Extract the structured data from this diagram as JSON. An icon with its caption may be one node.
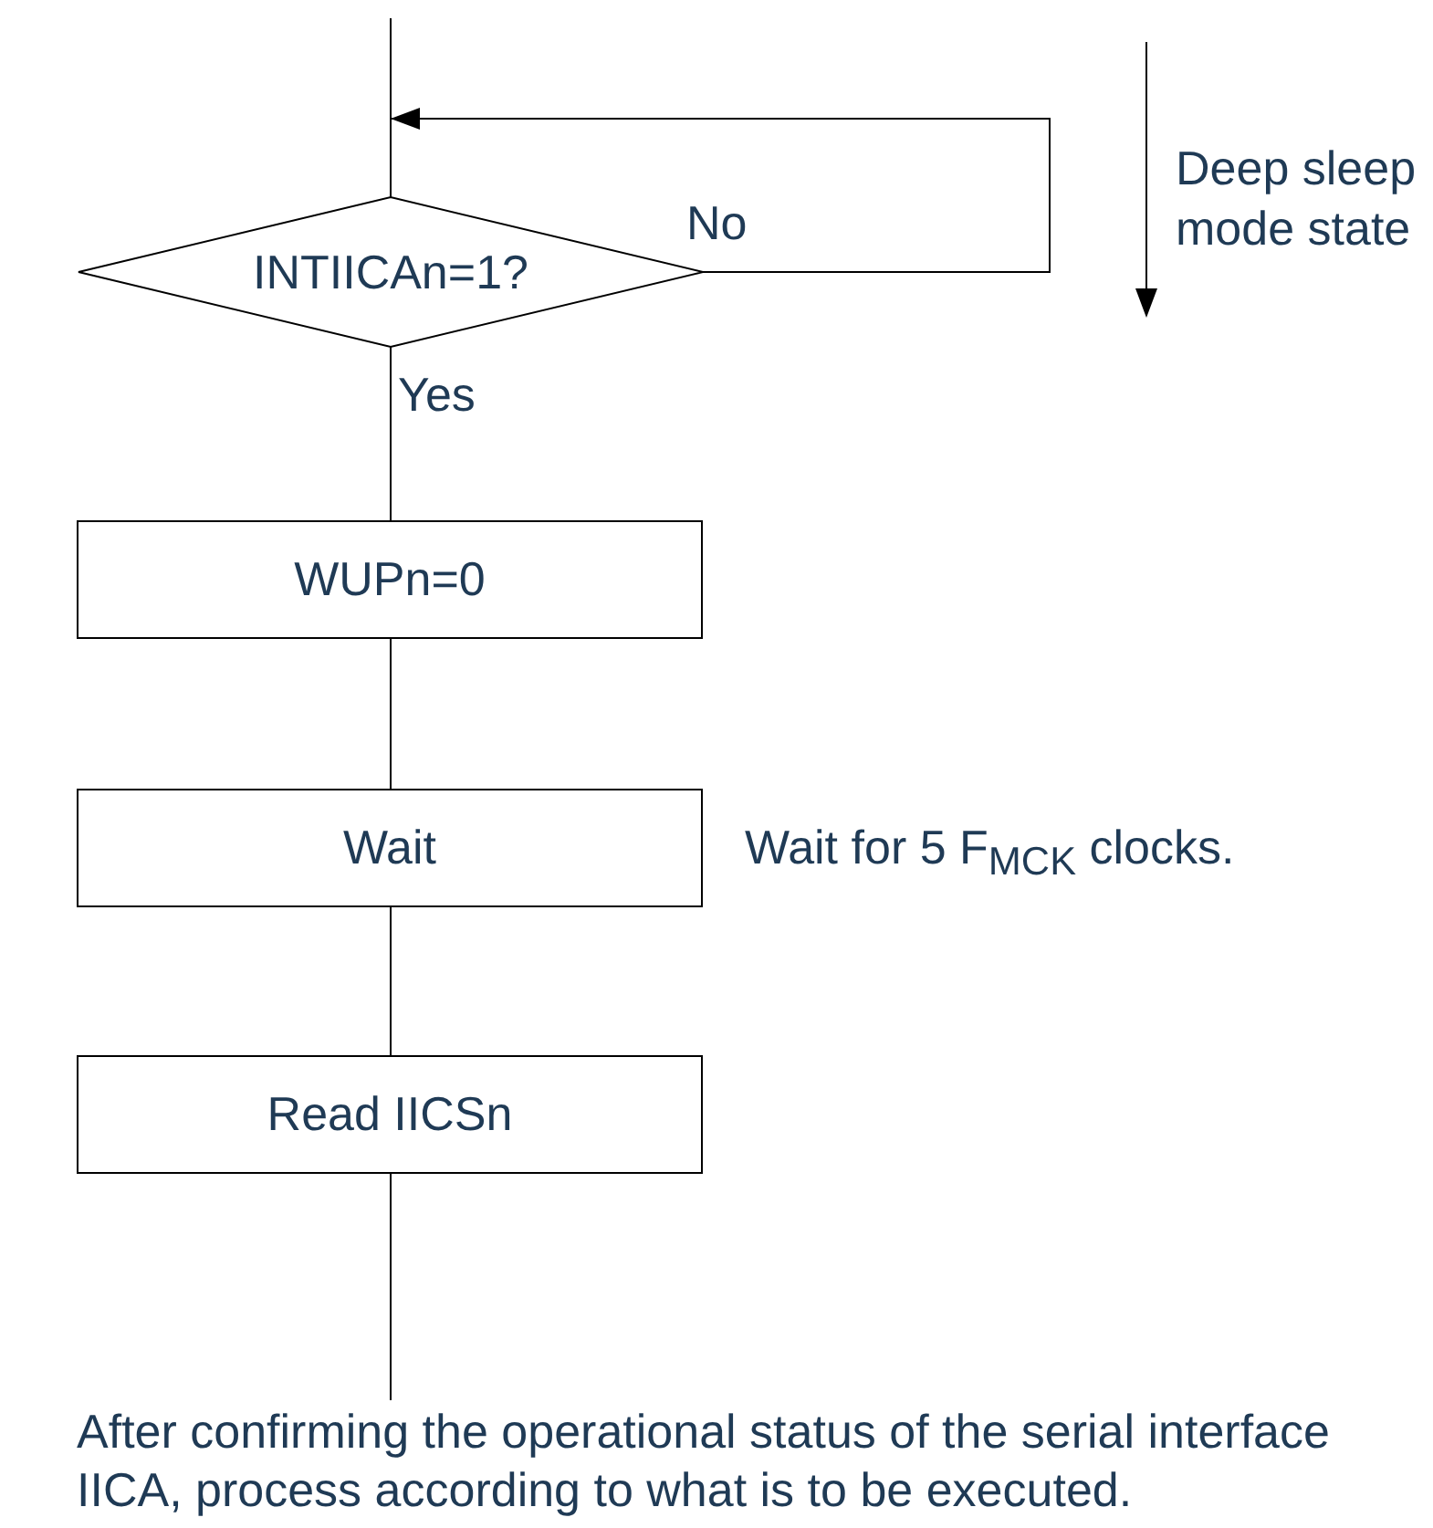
{
  "diagram": {
    "nodes": [
      {
        "text": [
          "INTIICAn=1?"
        ]
      },
      {
        "text": [
          "WUPn=0"
        ]
      },
      {
        "text": [
          "Wait"
        ],
        "beside": [
          "Wait for 5 F$_{MCK}$ clocks."
        ]
      },
      {
        "text": [
          "Read IICSn"
        ]
      },
      {
        "text": [
          "After confirming the operational status of the serial interface IICA, process according to what is to be executed."
        ]
      }
    ],
    "edges": [
      {
        "from": null,
        "to": 0,
        "arrow": "none"
      },
      {
        "from": 0,
        "to": 0,
        "arrow": "to",
        "label": "No"
      },
      {
        "from": 0,
        "to": 1,
        "arrow": "none",
        "label": "Yes"
      },
      {
        "from": 1,
        "to": 2,
        "arrow": "none"
      },
      {
        "from": 2,
        "to": 3,
        "arrow": "none"
      },
      {
        "from": 3,
        "to": 4,
        "arrow": "none"
      }
    ],
    "labels": [
      "Deep sleep mode state"
    ]
  }
}
